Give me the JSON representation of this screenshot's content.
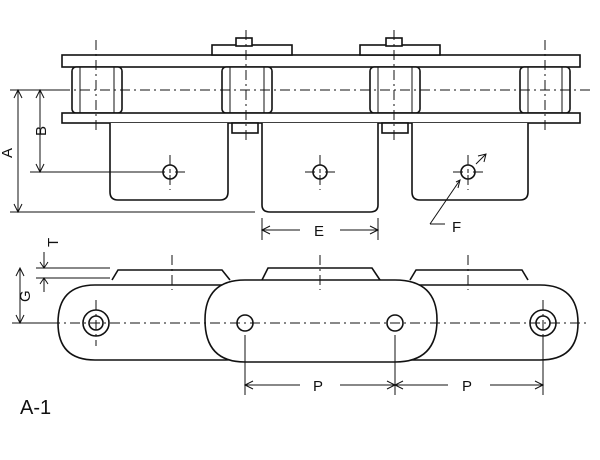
{
  "figure": {
    "figure_label": "A-1",
    "dimensions": {
      "A": "A",
      "B": "B",
      "E": "E",
      "F": "F",
      "T": "T",
      "G": "G",
      "P1": "P",
      "P2": "P"
    }
  },
  "colors": {
    "ink": "#111111",
    "background": "#ffffff"
  }
}
